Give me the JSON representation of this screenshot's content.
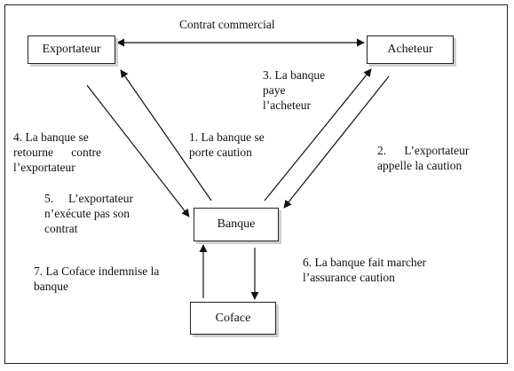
{
  "nodes": {
    "exportateur": "Exportateur",
    "acheteur": "Acheteur",
    "banque": "Banque",
    "coface": "Coface"
  },
  "labels": {
    "contrat": "Contrat commercial",
    "step1": [
      "1. La banque se",
      "porte caution"
    ],
    "step2": [
      "2.      L’exportateur",
      "appelle la caution"
    ],
    "step3": [
      "3. La banque",
      "paye",
      "l’acheteur"
    ],
    "step4": [
      "4. La banque se",
      "retourne      contre",
      "l’exportateur"
    ],
    "step5": [
      "5.     L’exportateur",
      "n’exécute pas son",
      "contrat"
    ],
    "step6": [
      "6. La banque fait marcher",
      "l’assurance caution"
    ],
    "step7": [
      "7. La Coface indemnise la",
      "banque"
    ]
  }
}
